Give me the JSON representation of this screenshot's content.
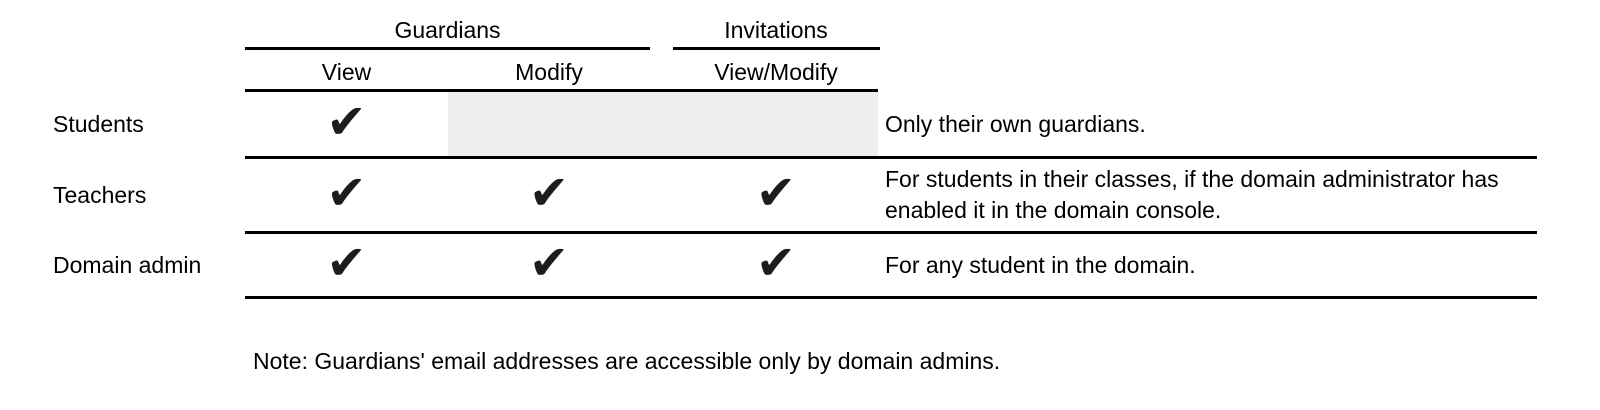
{
  "colors": {
    "line": "#000000",
    "shaded_cell": "#eeeeee",
    "check": "#1d1d1d",
    "text": "#000000",
    "background": "#ffffff"
  },
  "table": {
    "column_groups": [
      {
        "label": "Guardians",
        "columns": [
          "View",
          "Modify"
        ]
      },
      {
        "label": "Invitations",
        "columns": [
          "View/Modify"
        ]
      }
    ],
    "rows": [
      {
        "label": "Students",
        "cells": [
          "✔",
          "",
          ""
        ],
        "shaded": true,
        "note": "Only their own guardians."
      },
      {
        "label": "Teachers",
        "cells": [
          "✔",
          "✔",
          "✔"
        ],
        "shaded": false,
        "note": "For students in their classes, if the domain administrator has enabled it in the domain console."
      },
      {
        "label": "Domain admin",
        "cells": [
          "✔",
          "✔",
          "✔"
        ],
        "shaded": false,
        "note": "For any student in the domain."
      }
    ]
  },
  "footnote": "Note: Guardians' email addresses are accessible only by domain admins."
}
